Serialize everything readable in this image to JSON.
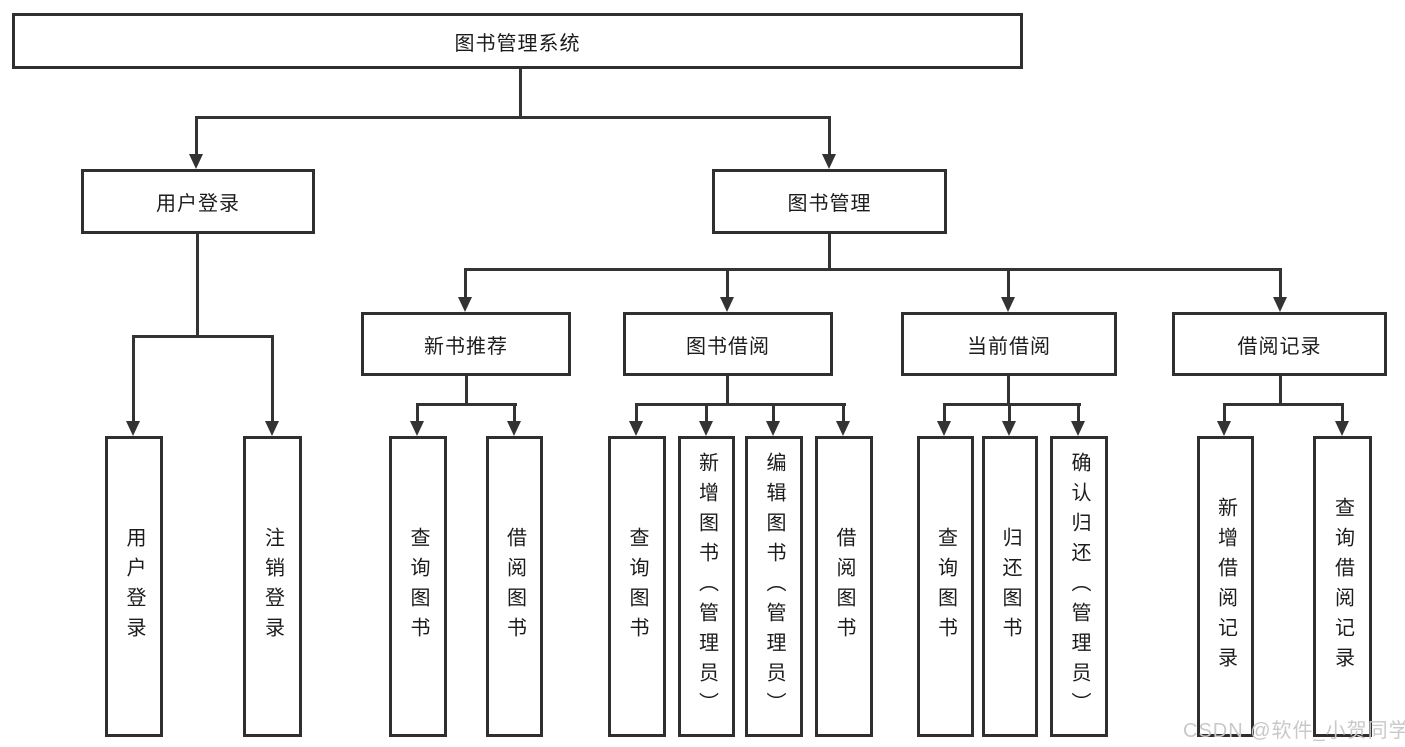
{
  "nodes": {
    "root": {
      "label": "图书管理系统"
    },
    "level1": [
      {
        "label": "用户登录"
      },
      {
        "label": "图书管理"
      }
    ],
    "level2": [
      {
        "label": "新书推荐"
      },
      {
        "label": "图书借阅"
      },
      {
        "label": "当前借阅"
      },
      {
        "label": "借阅记录"
      }
    ],
    "leaves": {
      "login": [
        {
          "label": "用户登录"
        },
        {
          "label": "注销登录"
        }
      ],
      "recommend": [
        {
          "label": "查询图书"
        },
        {
          "label": "借阅图书"
        }
      ],
      "borrow": [
        {
          "label": "查询图书"
        },
        {
          "label": "新增图书（管理员）"
        },
        {
          "label": "编辑图书（管理员）"
        },
        {
          "label": "借阅图书"
        }
      ],
      "current": [
        {
          "label": "查询图书"
        },
        {
          "label": "归还图书"
        },
        {
          "label": "确认归还（管理员）"
        }
      ],
      "records": [
        {
          "label": "新增借阅记录"
        },
        {
          "label": "查询借阅记录"
        }
      ]
    }
  },
  "watermark": {
    "text": "CSDN @软件_小贺同学",
    "color": "#c9c9c9"
  },
  "colors": {
    "line": "#333333",
    "box_border": "#2f2f2f",
    "text": "#1c1c1c",
    "background": "#ffffff"
  }
}
